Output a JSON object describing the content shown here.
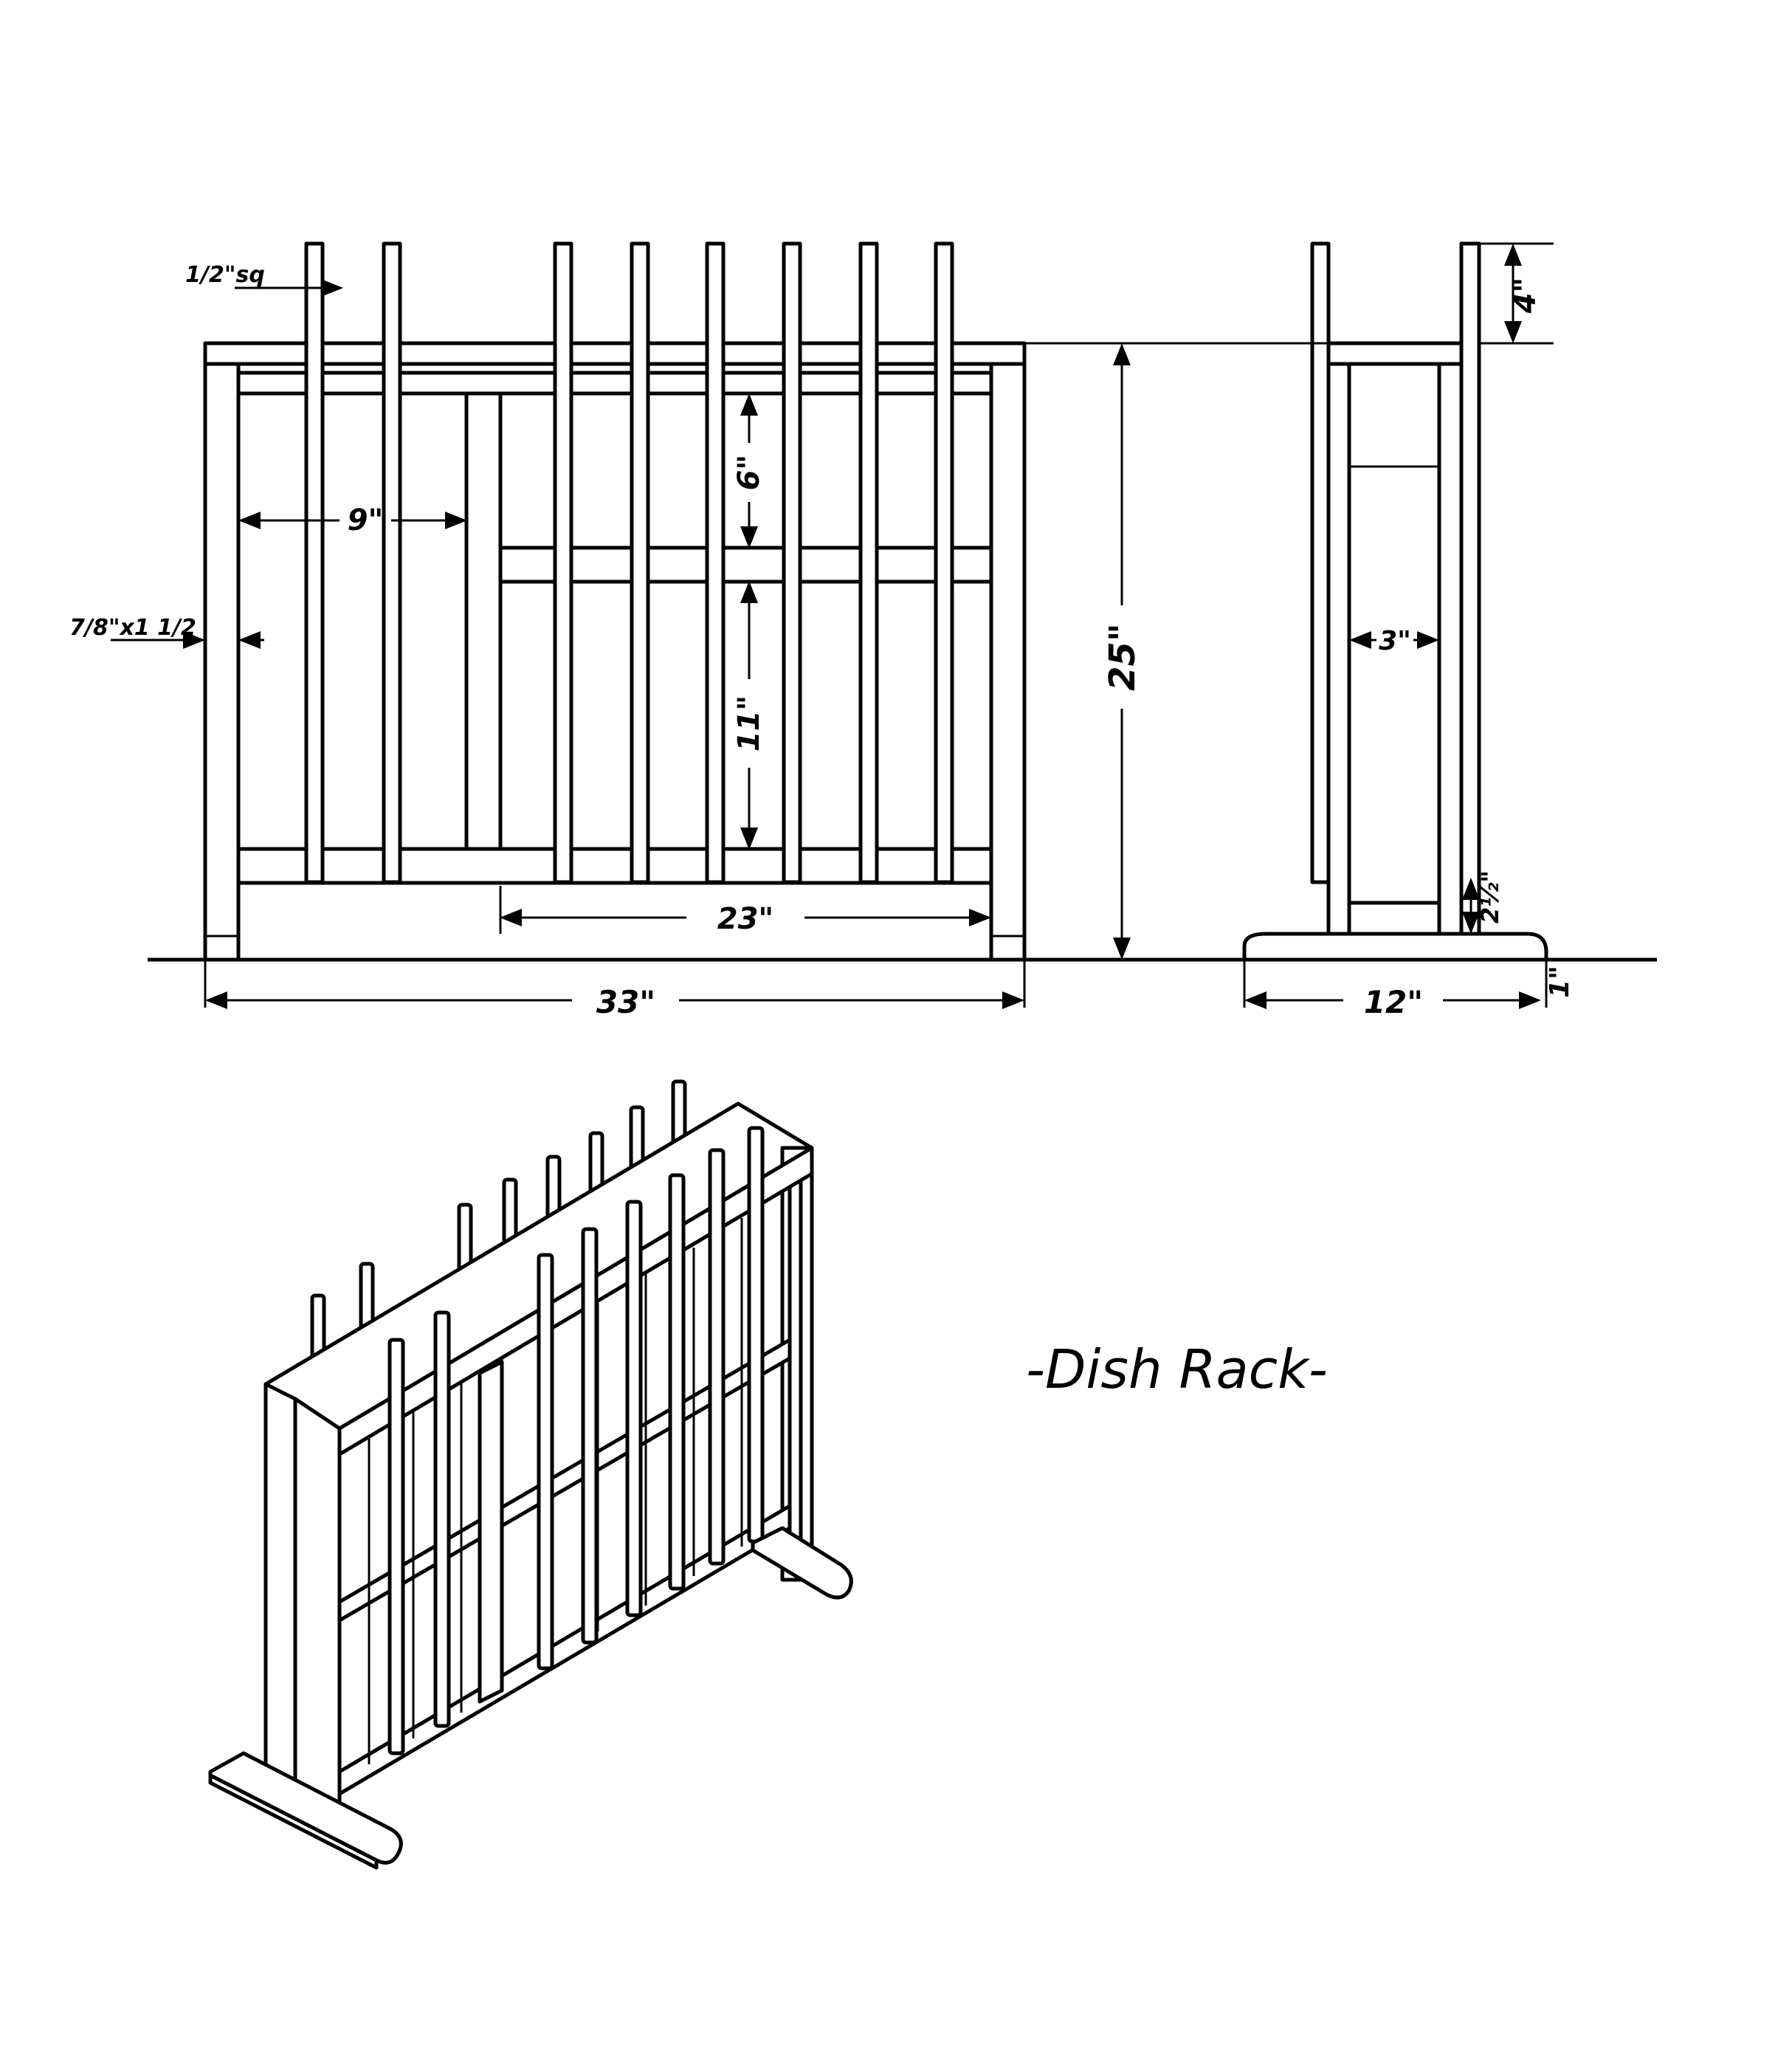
{
  "title": "-Dish Rack-",
  "dimensions": {
    "half_square": "1/2\"sq",
    "stock": "7/8\"x1 1/2",
    "width_9": "9\"",
    "height_6": "6\"",
    "height_11": "11\"",
    "span_23": "23\"",
    "overall_33": "33\"",
    "height_25": "25\"",
    "top_4": "4\"",
    "gap_3": "3\"",
    "foot_2_half": "2½\"",
    "depth_12": "12\"",
    "foot_1": "1\""
  }
}
